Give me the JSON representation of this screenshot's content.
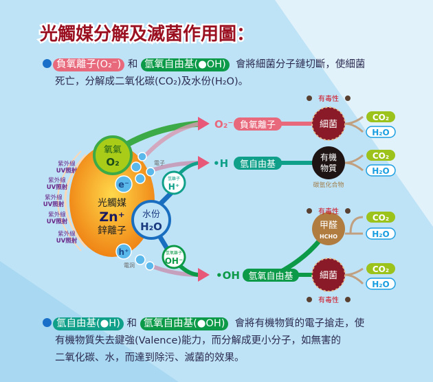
{
  "title": "光觸媒分解及滅菌作用圖：",
  "intro": {
    "tag1": "負氧離子(O₂⁻)",
    "and": "和",
    "tag2": "氫氧自由基(●OH)",
    "line1_rest": "會將細菌分子鏈切斷，使細菌",
    "line2": "死亡，分解成二氧化碳(CO₂)及水份(H₂O)。"
  },
  "outro": {
    "tag1": "氫自由基(●H)",
    "and": "和",
    "tag2": "氫氧自由基(●OH)",
    "line1_rest": "會將有機物質的電子搶走，使",
    "line2": "有機物質失去鍵強(Valence)能力，而分解成更小分子，如無害的",
    "line3": "二氧化碳、水，而達到除污、滅菌的效果。"
  },
  "diagram": {
    "uv_top": "紫外線",
    "uv_bottom": "UV照射",
    "catalyst": [
      "光觸媒",
      "Zn⁺",
      "鋅離子"
    ],
    "oxygen": [
      "氧氣",
      "O₂"
    ],
    "water": [
      "水份",
      "H₂O"
    ],
    "electron": "e⁻",
    "electron_label": "電子",
    "hole": "h⁺",
    "hole_label": "電洞",
    "h_ion": [
      "氫離子",
      "H⁺"
    ],
    "oh_ion": [
      "氫氧離子",
      "OH⁻"
    ],
    "row1": {
      "symbol": "O₂⁻",
      "label": "負氧離子",
      "target": "細菌"
    },
    "row2": {
      "symbol": "•H",
      "label": "氫自由基",
      "target": [
        "有機",
        "物質"
      ],
      "note": "碳氫化合物"
    },
    "row3": {
      "symbol": "•OH",
      "label": "氫氧自由基",
      "target": "細菌",
      "target2": [
        "甲醛",
        "HCHO"
      ]
    },
    "toxic": "有毒性",
    "co2": "CO₂",
    "h2o": "H₂O"
  },
  "colors": {
    "title": "#9a1020",
    "pink": "#e8687c",
    "teal": "#10a08a",
    "green": "#0c9a48",
    "bacteria": "#8a1a28",
    "lime": "#9cc21c",
    "blue": "#1a9ee0"
  }
}
